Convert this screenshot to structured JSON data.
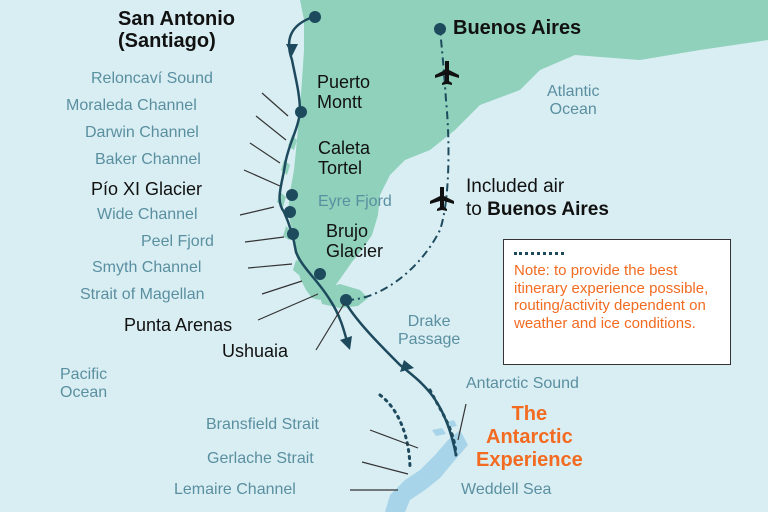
{
  "ports": {
    "san_antonio_line1": "San Antonio",
    "san_antonio_line2": "(Santiago)",
    "buenos_aires": "Buenos Aires",
    "puerto_montt_line1": "Puerto",
    "puerto_montt_line2": "Montt",
    "caleta_tortel_line1": "Caleta",
    "caleta_tortel_line2": "Tortel",
    "pio_xi_glacier": "Pío XI Glacier",
    "brujo_glacier_line1": "Brujo",
    "brujo_glacier_line2": "Glacier",
    "punta_arenas": "Punta Arenas",
    "ushuaia": "Ushuaia"
  },
  "waterways": {
    "reloncavi_sound": "Reloncaví Sound",
    "moraleda_channel": "Moraleda Channel",
    "darwin_channel": "Darwin Channel",
    "baker_channel": "Baker Channel",
    "eyre_fjord": "Eyre Fjord",
    "wide_channel": "Wide Channel",
    "peel_fjord": "Peel Fjord",
    "smyth_channel": "Smyth Channel",
    "strait_of_magellan": "Strait of Magellan",
    "atlantic_ocean_line1": "Atlantic",
    "atlantic_ocean_line2": "Ocean",
    "pacific_ocean_line1": "Pacific",
    "pacific_ocean_line2": "Ocean",
    "drake_passage_line1": "Drake",
    "drake_passage_line2": "Passage",
    "antarctic_sound": "Antarctic Sound",
    "bransfield_strait": "Bransfield Strait",
    "gerlache_strait": "Gerlache Strait",
    "lemaire_channel": "Lemaire Channel",
    "weddell_sea": "Weddell Sea"
  },
  "air": {
    "line1": "Included air",
    "line2_prefix": "to ",
    "line2_bold": "Buenos Aires"
  },
  "note": {
    "text": "Note: to provide the best itinerary experience possible, routing/activity dependent on weather and ice conditions."
  },
  "region": {
    "line1": "The",
    "line2": "Antarctic",
    "line3": "Experience"
  },
  "colors": {
    "water": "#d9eef3",
    "land": "#8fd1bb",
    "route": "#1e4a5e",
    "water_text": "#5a8fa0",
    "accent": "#f26b21",
    "ice": "#a8d4ea"
  },
  "icons": [
    "airplane-icon",
    "port-marker-icon"
  ]
}
